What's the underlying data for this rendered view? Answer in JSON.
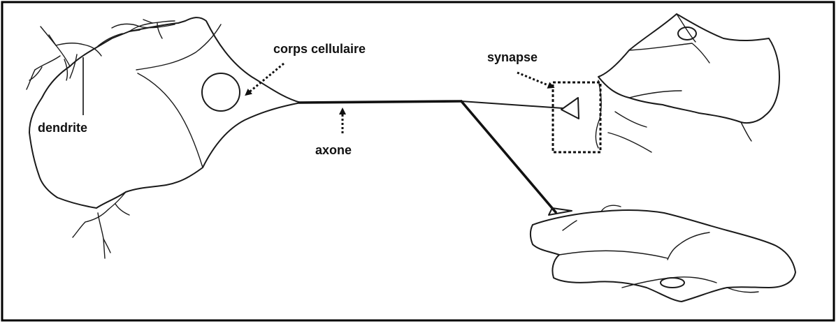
{
  "diagram": {
    "labels": {
      "cell_body": "corps cellulaire",
      "synapse": "synapse",
      "dendrite": "dendrite",
      "axon": "axone"
    }
  }
}
